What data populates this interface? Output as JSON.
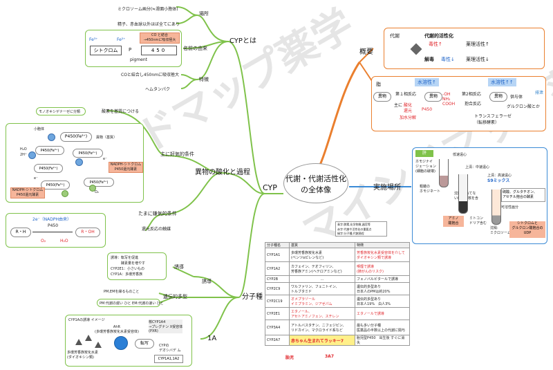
{
  "center": {
    "line1": "代謝・代謝活性化",
    "line2": "の全体像"
  },
  "cyp": {
    "label": "CYP",
    "about": {
      "label": "CYPとは",
      "location": {
        "label": "場所",
        "item1": "ミクロソーム画分(≒滑面小胞体)",
        "item2": "精子、赤血球以外ほぼ全てにあり"
      },
      "name_origin": {
        "label": "名前の由来",
        "fe_left": "Fe³⁺",
        "fe_right": "Fe²⁺",
        "co_note": "CO と結合\n→450nmに吸収極大",
        "cytochrome": "シトクロム",
        "p": "P",
        "num": "450",
        "pigment": "pigment"
      },
      "feature": {
        "label": "特徴",
        "item1": "COと結合し450nmに吸収極大",
        "item2": "ヘムタンパク"
      }
    },
    "oxidation": {
      "label": "異物の酸化と過程",
      "aerobic": {
        "label": "主に好気的条件",
        "item1": "モノオキシゲナーゼに分類",
        "item2": "酸素を基質につける",
        "cycle": {
          "title": "小胞体",
          "s1": "P450(Fe³⁺)",
          "s2": "P450(Fe³⁺)",
          "s3": "P450(Fe²⁺)",
          "s4": "P450(Fe²⁺)",
          "s5": "P450(Fe³⁺)",
          "s6": "P450(Fe³⁺)",
          "substrate": "異物（基質）",
          "reductase1": "NADPH-シトクロム\nP450還元酵素",
          "reductase2": "NADPH-シトクロム\nP450還元酵素",
          "h2o": "H₂O",
          "o2": "O₂",
          "twoh": "2H⁺",
          "e1": "e⁻",
          "e2": "e⁻"
        }
      },
      "anaerobic": {
        "label": "たまに嫌気的条件",
        "item1": "還元反応の触媒"
      },
      "reaction": {
        "e_source": "2e⁻（NADPH由来）",
        "enzyme": "P450",
        "left": "R・H",
        "right": "R・OH",
        "o2": "O₂",
        "h2o": "H₂O"
      }
    },
    "molecular": {
      "label": "分子種",
      "induction": {
        "label": "誘導",
        "item1": "誘導：転写を促進\n　　　酵素量を増やす\nCYP2E1：小さいもの\nCYP1A：多環芳香族"
      },
      "polymorphism": {
        "label": "遺伝的多型",
        "item1": "PM,EMを縁るものこと",
        "item2": "PM:代謝の遅い ひと EM:代謝の速い ひと"
      },
      "cyp1a": {
        "label": "1A",
        "title": "CYP1Aの誘導 イメージ",
        "ahr": "AhR\n(多環芳香族炭化水素受容体)",
        "inducer": "多環芳香族炭化水素\n(ダイオキシン類)",
        "nuclear": "核CYP1A4\n→プレグナン X受容体\n(PXR)",
        "transcribe": "転写",
        "cyp_gene": "CYPの\nデオシバデ ム",
        "cyp1a12": "CYP1A1,1A2"
      },
      "table": {
        "headers": [
          "分子種名",
          "基質",
          "特徴"
        ],
        "rows": [
          [
            "CYP1A1",
            "多環芳香族炭化水素\n(ベンツαピレンなど)",
            "芳香族炭化水素受容体を介して\nダイオキシン類で誘導"
          ],
          [
            "CYP1A2",
            "カフェイン、テオフィリン、\n芳香族アミン(ヘテロアミンなど)",
            "喫煙で誘導\n(肺がんのリスク)"
          ],
          [
            "CYP2B",
            "…",
            "フェノバルビタールで誘導"
          ],
          [
            "CYP2C9",
            "ワルファリン、フェニトイン、\nトルブタミド",
            "遺伝的多型あり\n日本人のPMは約20%"
          ],
          [
            "CYP2C19",
            "オメプラゾール\nイミプラミン、ジアゼパム",
            "遺伝的多型あり\n日本人19%　白人3%"
          ],
          [
            "CYP2E1",
            "エタノール、\nアセトアミノフェン、スチレン",
            "エタノールで誘導"
          ],
          [
            "CYP3A4",
            "アトルバスタチン、ニフェジピン、\nリドカイン、マクロライド系など",
            "最も多い分子種\n医薬品の半数以上の代謝に関与"
          ],
          [
            "CYP2A7",
            "赤ちゃん生まれてラッキー7",
            "胎児型P450　出生後 すぐに消失"
          ]
        ],
        "bottom_left": "胎児",
        "bottom_right": "3A7"
      }
    }
  },
  "overview": {
    "label": "概要",
    "metabolism": "代謝",
    "activation": "代謝的活性化",
    "toxic": "毒性↑",
    "pharm_up": "薬理活性↑",
    "detox": "解毒",
    "toxic_down": "毒性↓",
    "pharm_down": "薬理活性↓",
    "phase": {
      "fat": "脂",
      "water1": "水溶性↑",
      "water2": "水溶性↑↑",
      "xeno": "異物",
      "phase1": "第１相反応",
      "phase2": "第2相反応",
      "main": "主に",
      "ox": "酸化",
      "red": "還元",
      "hyd": "加水分解",
      "p450": "P450",
      "groups": "-OH\nNH₂\nCOOH",
      "conj": "抱合反応",
      "transferase": "トランスフェラーゼ\n（転移酵素）",
      "xeno2": "異物",
      "xeno3": "異物",
      "donor": "供与体",
      "gluc": "グルクロン酸とか",
      "excrete": "排泄"
    }
  },
  "site": {
    "label": "実施場所",
    "liver": "肝",
    "homogenize": "ホモジナイ\nジェーション\n(細胞の破壊)",
    "low": "低速遠心",
    "mid": "上清：中速遠心",
    "high": "上清：高速遠心",
    "s9": "S9ミックス",
    "debris": "沈殿:壊れてな\nい細胞、核を含",
    "coarse": "粗雑の\nホモジネート",
    "mito": "ミトコン\nドリア含む",
    "amino": "アミノ\n酸抱合",
    "soluble": "硫酸、グルタチオン、\nアセチル抱合の酵素",
    "soluble2": "可溶性画分",
    "micro": "沈殿:\nミクロソーム",
    "cyto": "シトクロムと\nグルクロン酸抱合の\nUDP"
  },
  "watermark": "マインドマップ薬学",
  "note": "青字:酵素,化学物質,器官等\n赤字:代謝や活性化の重要点\n緑字:分子種,代謝過程"
}
